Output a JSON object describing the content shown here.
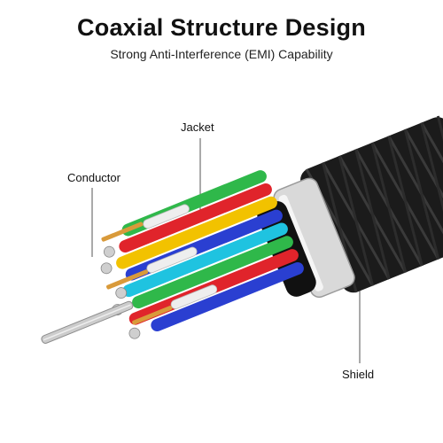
{
  "header": {
    "title": "Coaxial Structure Design",
    "subtitle": "Strong Anti-Interference (EMI) Capability"
  },
  "labels": {
    "jacket": "Jacket",
    "conductor": "Conductor",
    "shield": "Shield"
  },
  "colors": {
    "jacket": "#1a1a1a",
    "shield_sleeve": "#dcdcdc",
    "wire_green": "#2fb84a",
    "wire_red": "#e0242b",
    "wire_blue": "#2a3fd1",
    "wire_cyan": "#1fc3e0",
    "wire_yellow": "#f2c200",
    "wire_white": "#e8e8e8",
    "copper": "#d99a3a",
    "silver": "#c8c8c8"
  }
}
